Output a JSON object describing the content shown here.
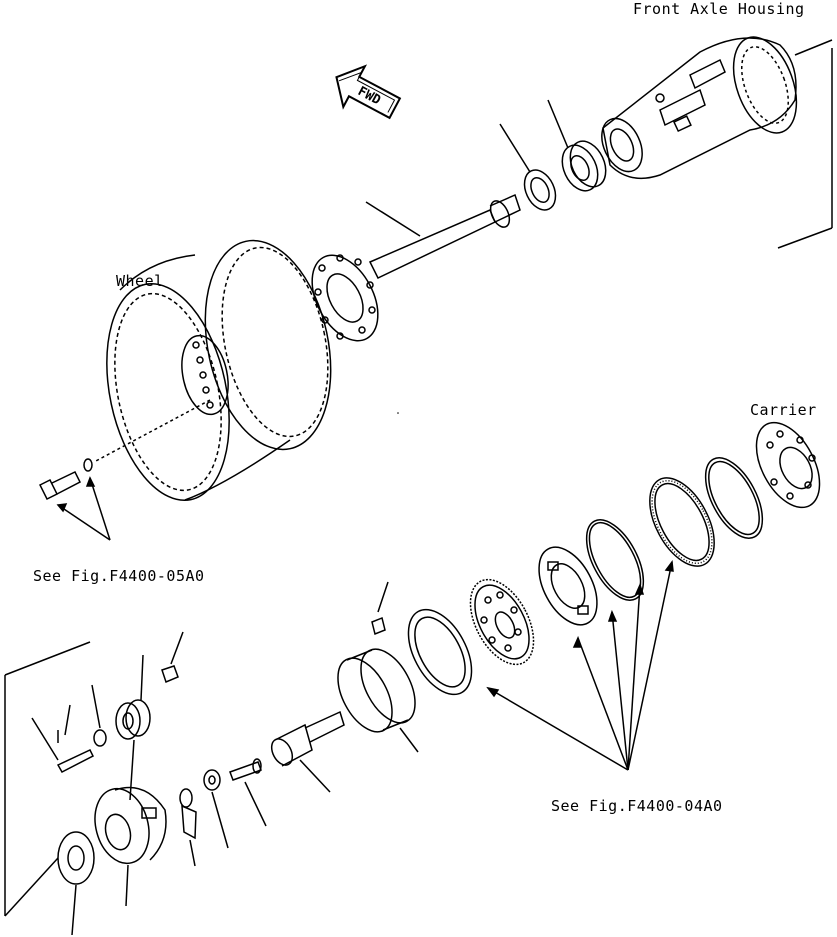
{
  "labels": {
    "front_axle_housing": "Front Axle Housing",
    "wheel": "Wheel",
    "carrier": "Carrier",
    "see_fig_1": "See Fig.F4400-05A0",
    "see_fig_2": "See Fig.F4400-04A0",
    "fwd": "FWD"
  },
  "icons": [
    "fwd-arrow-icon"
  ]
}
